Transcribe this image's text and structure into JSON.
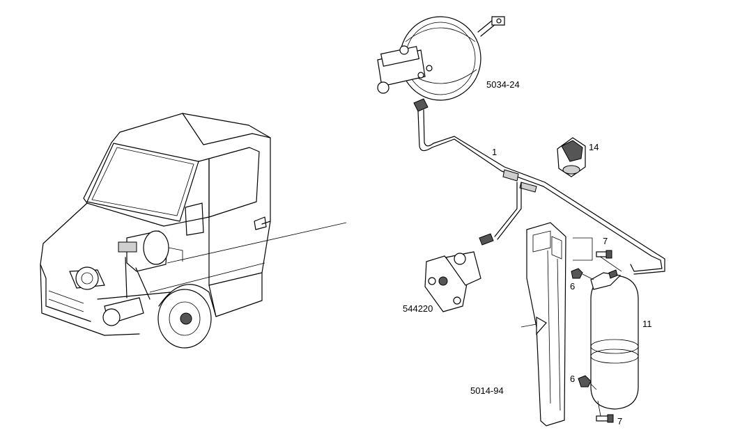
{
  "labels": {
    "booster": "5034-24",
    "pipe": "1",
    "valve": "14",
    "cylinder": "544220",
    "screw_top": "7",
    "nut_top": "6",
    "tank": "11",
    "bracket": "5014-94",
    "nut_bottom": "6",
    "screw_bottom": "7"
  }
}
